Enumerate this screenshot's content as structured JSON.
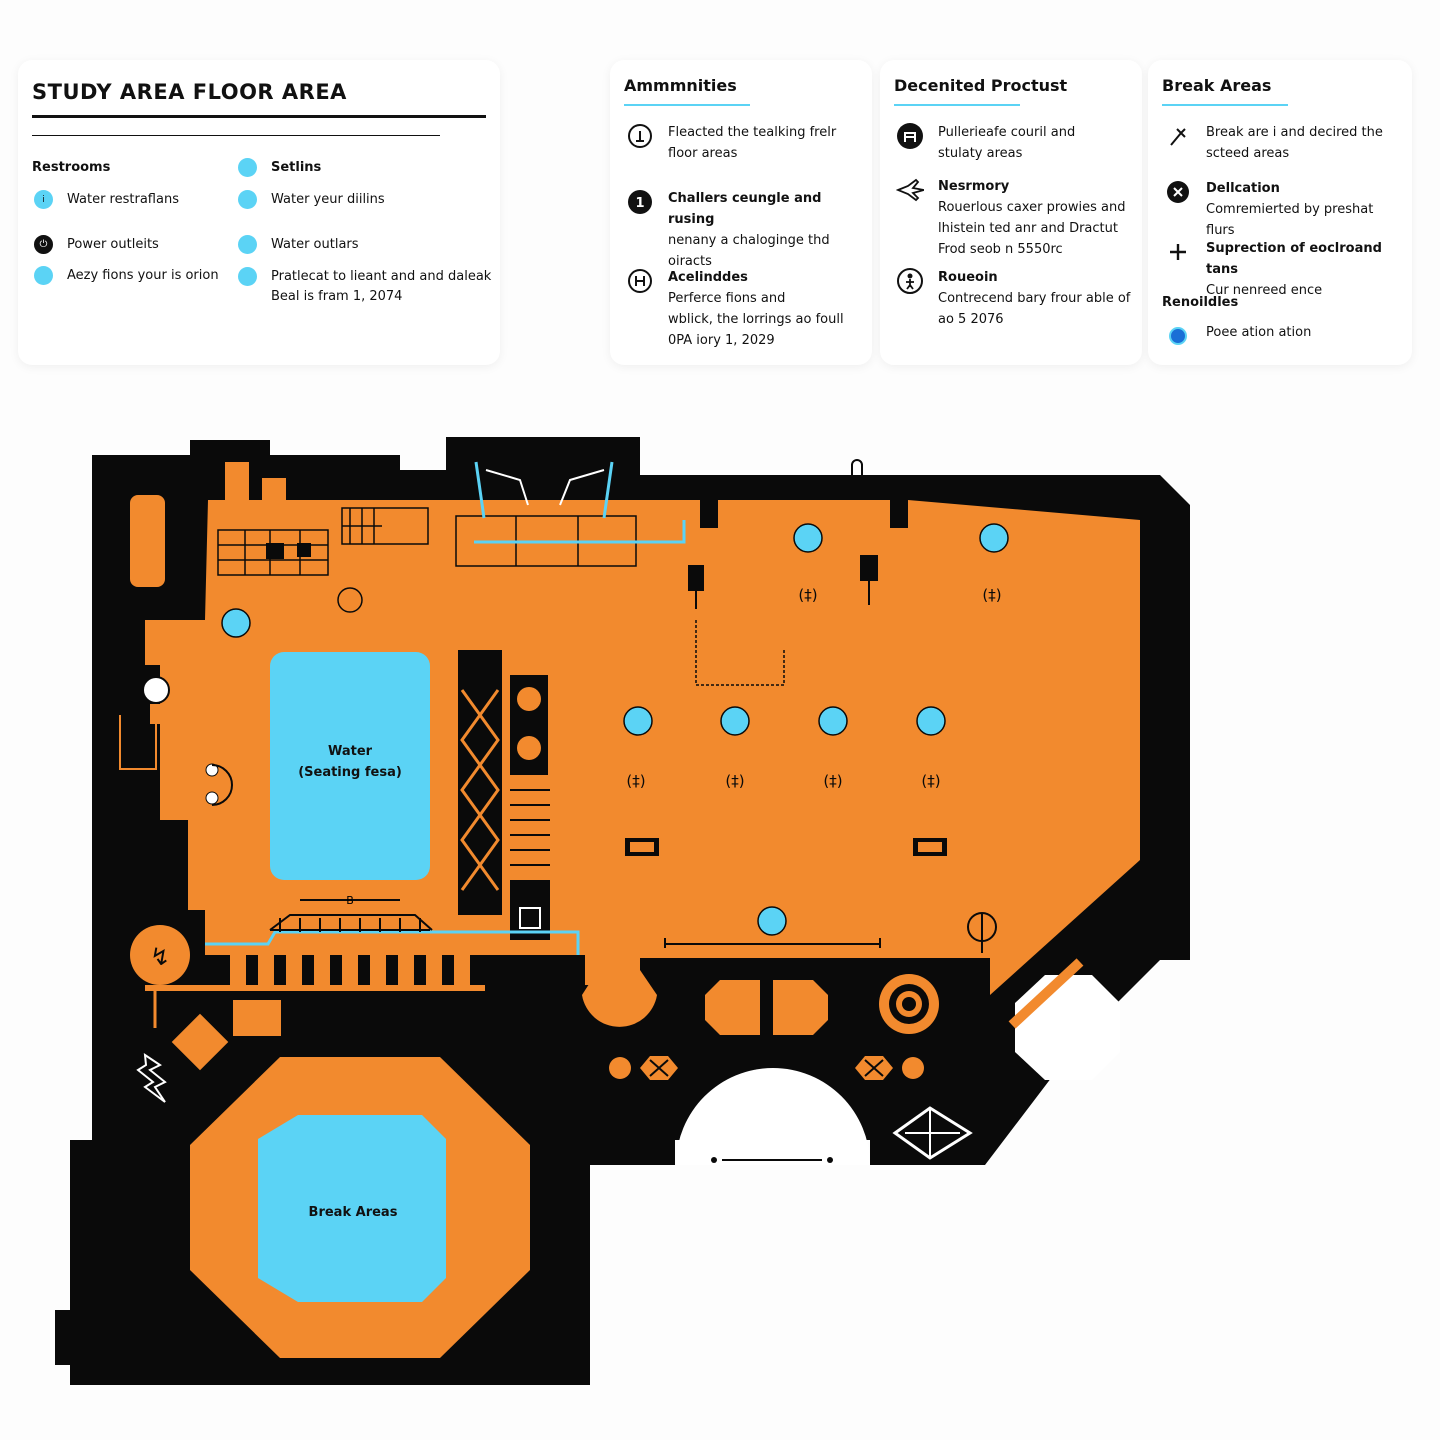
{
  "legend": {
    "title": "STUDY AREA FLOOR AREA",
    "left": [
      {
        "label": "Restrooms",
        "bold": true,
        "icon": "restroom-heading"
      },
      {
        "label": "Water restraflans",
        "bold": false,
        "icon": "water-dot"
      },
      {
        "label": "Power outleits",
        "bold": false,
        "icon": "power-icon"
      },
      {
        "label": "Aezy fions your is orion",
        "bold": false,
        "icon": "cyan-dot"
      }
    ],
    "right": [
      {
        "label": "Setlins",
        "bold": true,
        "icon": "cyan-dot"
      },
      {
        "label": "Water yeur diilins",
        "bold": false,
        "icon": "cyan-dot"
      },
      {
        "label": "Water outlars",
        "bold": false,
        "icon": "cyan-dot"
      },
      {
        "label": "Pratlecat to lieant and and daleak",
        "label2": "Beal is fram 1, 2074",
        "bold": false,
        "icon": "cyan-dot"
      }
    ]
  },
  "amenities": {
    "title": "Ammmnities",
    "items": [
      {
        "icon": "info-icon",
        "title": "",
        "lines": [
          "Fleacted the tealking frelr",
          "floor areas"
        ]
      },
      {
        "icon": "number-one-icon",
        "title": "Challers ceungle and rusing",
        "lines": [
          "nenany a chaloginge thd",
          "oiracts"
        ]
      },
      {
        "icon": "restroom-icon",
        "title": "Acelinddes",
        "lines": [
          "Perferce fions and",
          "wblick, the lorrings ao foull",
          "0PA iory 1, 2029"
        ]
      }
    ]
  },
  "products": {
    "title": "Decenited Proctust",
    "items": [
      {
        "icon": "chair-icon",
        "title": "",
        "lines": [
          "Pullerieafe couril and",
          "stulaty areas"
        ]
      },
      {
        "icon": "plane-icon",
        "title": "Nesrmory",
        "lines": [
          "Rouerlous caxer prowies and",
          "lhistein ted anr and Dractut",
          "Frod seob n 5550rc"
        ]
      },
      {
        "icon": "person-icon",
        "title": "Roueoin",
        "lines": [
          "Contrecend bary frour able of",
          "ao 5 2076"
        ]
      }
    ]
  },
  "break_areas": {
    "title": "Break Areas",
    "items": [
      {
        "icon": "fork-icon",
        "title": "",
        "lines": [
          "Break are i and decired the",
          "scteed areas"
        ]
      },
      {
        "icon": "close-icon",
        "title": "Dellcation",
        "lines": [
          "Comremierted by preshat flurs"
        ]
      },
      {
        "icon": "plus-icon",
        "title": "Suprection of eoclroand tans",
        "lines": [
          "Cur nenreed ence"
        ]
      }
    ],
    "sub_title": "Renoildles",
    "sub_item": {
      "icon": "blue-dot",
      "label": "Poee ation ation"
    }
  },
  "plan": {
    "water_label": "Water",
    "water_label2": "(Seating fesa)",
    "break_label": "Break Areas",
    "b_marker": "B",
    "colors": {
      "floor": "#f28a2e",
      "wall": "#0a0a0a",
      "water": "#5bd3f5",
      "background": "#fdfdfd"
    }
  }
}
